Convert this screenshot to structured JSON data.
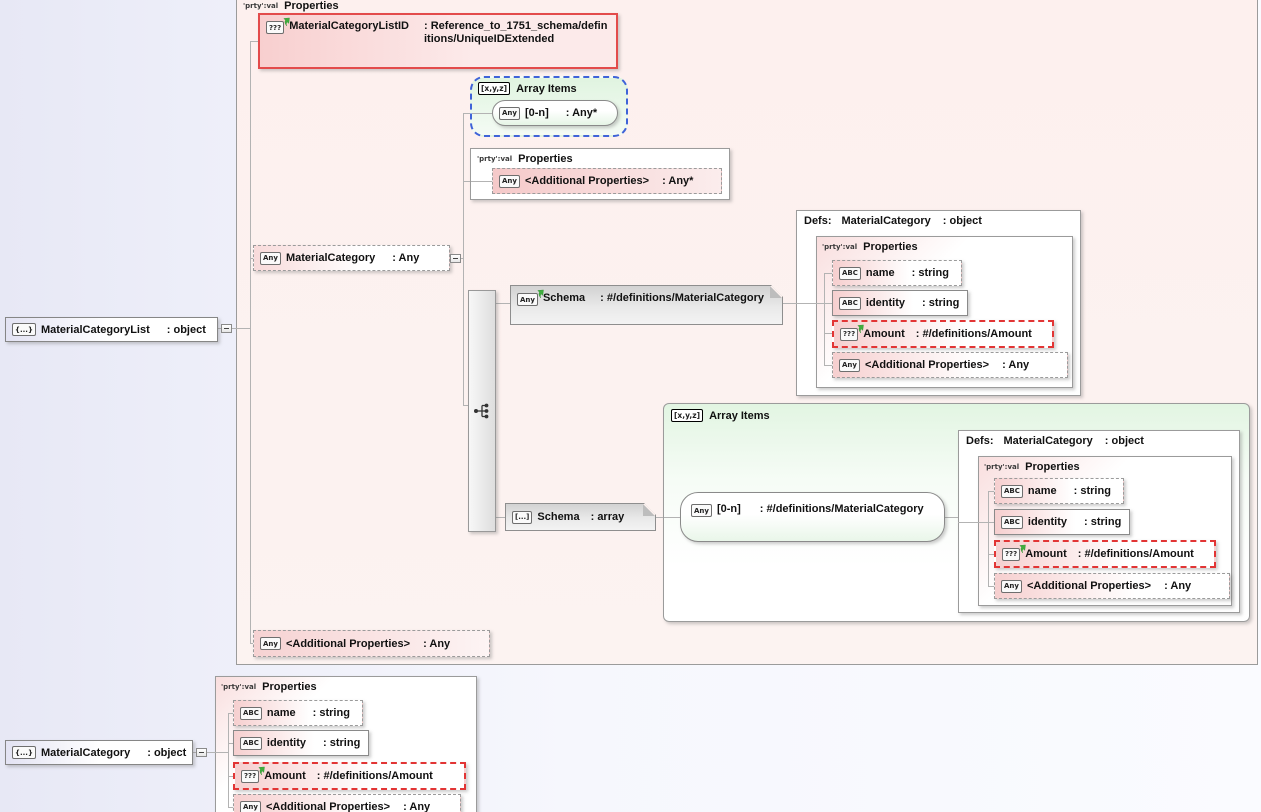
{
  "colors": {
    "required_border": "#e34b4b",
    "amount_border": "#e23535",
    "array_dash_border": "#3f63d8",
    "green_marker": "#3fae3f",
    "connector": "#b3b3b3"
  },
  "labels": {
    "properties": "Properties",
    "array_items": "Array Items",
    "defs_prefix": "Defs:"
  },
  "icons": {
    "object": "{...}",
    "array": "[...]",
    "any": "Any",
    "string": "ABC",
    "unknown": "???",
    "array_items": "[x,y,z]",
    "properties": "'prty':val"
  },
  "nodes": {
    "material_category_list": {
      "name": "MaterialCategoryList",
      "type": ": object"
    },
    "material_category_list_id": {
      "name": "MaterialCategoryListID",
      "type": ": Reference_to_1751_schema/definitions/UniqueIDExtended"
    },
    "array_item_any": {
      "name": "[0-n]",
      "type": ": Any*"
    },
    "additional_properties_star": {
      "name": "<Additional Properties>",
      "type": ": Any*"
    },
    "material_category_any": {
      "name": "MaterialCategory",
      "type": ": Any"
    },
    "schema_ref": {
      "name": "Schema",
      "type": ": #/definitions/MaterialCategory"
    },
    "schema_array": {
      "name": "Schema",
      "type": ": array"
    },
    "array_item_ref": {
      "name": "[0-n]",
      "type": ": #/definitions/MaterialCategory"
    },
    "additional_properties_any": {
      "name": "<Additional Properties>",
      "type": ": Any"
    },
    "defs_material_category": {
      "name": "MaterialCategory",
      "type": ": object"
    },
    "material_category_object": {
      "name": "MaterialCategory",
      "type": ": object"
    }
  },
  "def_rows": [
    {
      "icon": "ABC",
      "name": "name",
      "type": ": string"
    },
    {
      "icon": "ABC",
      "name": "identity",
      "type": ": string"
    },
    {
      "icon": "???",
      "name": "Amount",
      "type": ": #/definitions/Amount"
    },
    {
      "icon": "Any",
      "name": "<Additional Properties>",
      "type": ": Any"
    }
  ]
}
